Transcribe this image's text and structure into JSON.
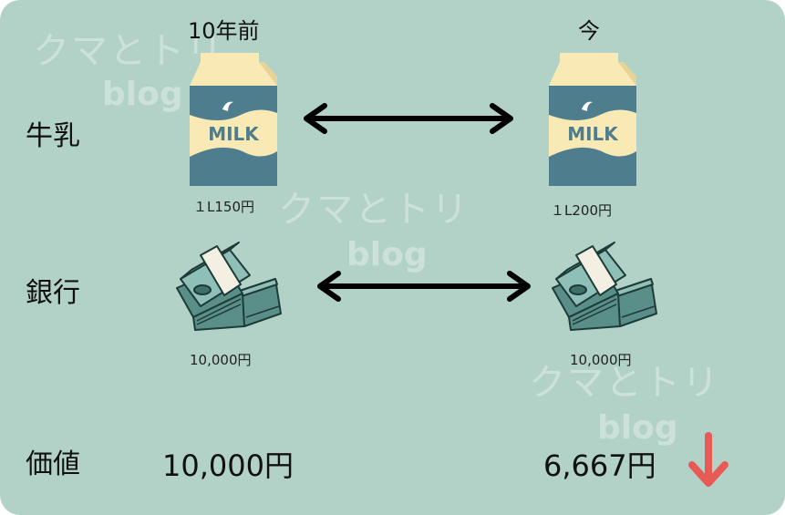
{
  "header": {
    "before": "10年前",
    "now": "今"
  },
  "rows": {
    "milk": {
      "label": "牛乳",
      "before_price": "１L150円",
      "now_price": "１L200円"
    },
    "bank": {
      "label": "銀行",
      "before_amount": "10,000円",
      "now_amount": "10,000円"
    },
    "value": {
      "label": "価値",
      "before_value": "10,000円",
      "now_value": "6,667円"
    }
  },
  "icons": {
    "milk": "milk-carton-icon",
    "money": "cash-stack-icon",
    "arrow": "double-arrow-icon",
    "down": "down-arrow-icon"
  },
  "carton_text": "MILK",
  "watermark": {
    "main": "クマとトリ",
    "sub": "blog"
  },
  "colors": {
    "background": "#b2d2c8",
    "carton_body": "#f9e9b4",
    "carton_blue": "#4e7d8e",
    "cash": "#5a8f89",
    "down_arrow": "#e85a55"
  }
}
